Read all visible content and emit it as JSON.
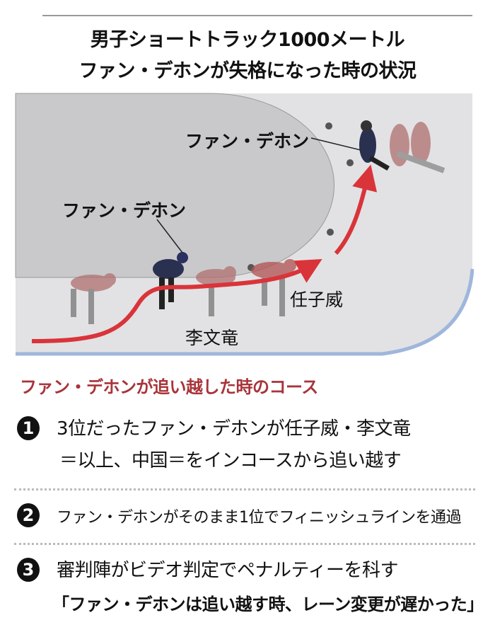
{
  "title": {
    "line1": "男子ショートトラック1000メートル",
    "line2": "ファン・デホンが失格になった時の状況"
  },
  "illustration": {
    "label_hwang_after": "ファン・デホン",
    "label_hwang_before": "ファン・デホン",
    "label_ren": "任子威",
    "label_li": "李文竜",
    "colors": {
      "inner_track": "#c9c9cb",
      "outer_track": "#e2e2e4",
      "arrow": "#d9343a",
      "track_edge": "#9fb6dc"
    }
  },
  "section": {
    "heading": "ファン・デホンが追い越した時のコース",
    "heading_color": "#a8343a"
  },
  "steps": [
    {
      "number": "1",
      "line1": "3位だったファン・デホンが任子威・李文竜",
      "line2": "＝以上、中国＝をインコースから追い越す"
    },
    {
      "number": "2",
      "line1": "ファン・デホンがそのまま1位でフィニッシュラインを通過"
    },
    {
      "number": "3",
      "line1": "審判陣がビデオ判定でペナルティーを科す",
      "line2": "「ファン・デホンは追い越す時、レーン変更が遅かった」"
    }
  ]
}
